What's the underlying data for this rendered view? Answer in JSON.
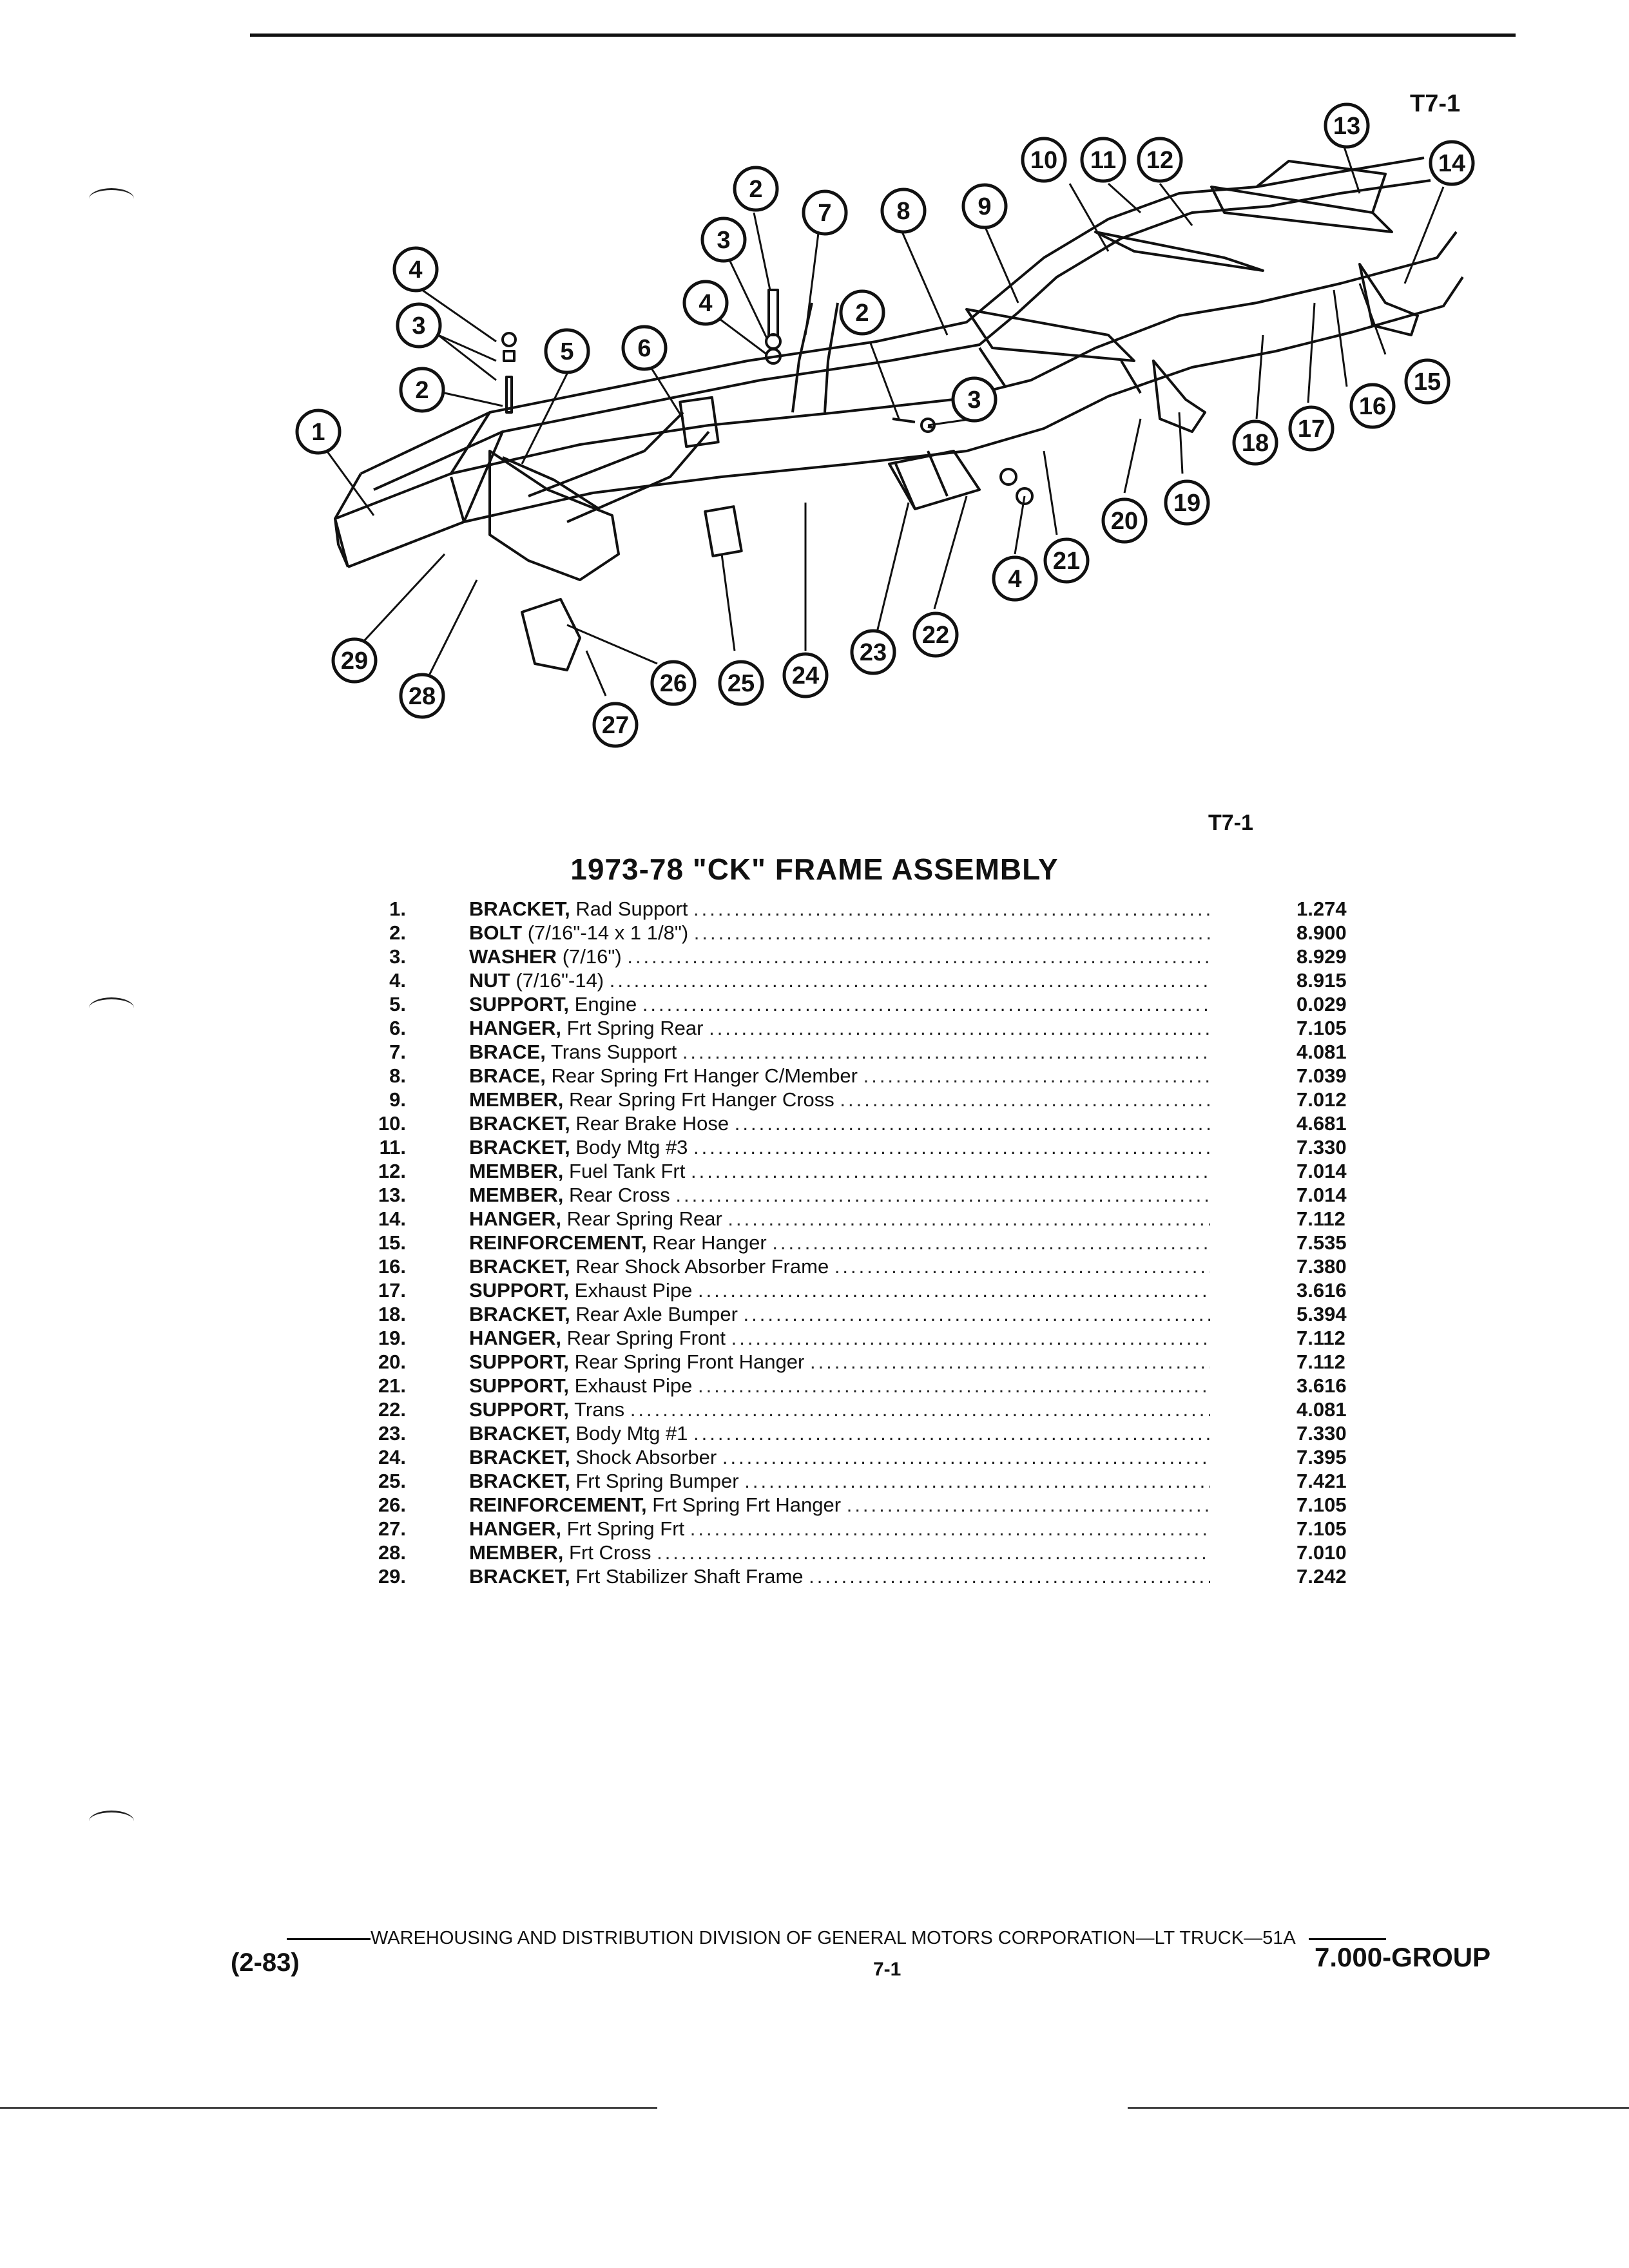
{
  "figure_code_top": "T7-1",
  "figure_code_bottom": "T7-1",
  "title": "1973-78 \"CK\" FRAME ASSEMBLY",
  "callouts": [
    "1",
    "2",
    "3",
    "4",
    "5",
    "6",
    "7",
    "8",
    "9",
    "10",
    "11",
    "12",
    "13",
    "14",
    "15",
    "16",
    "17",
    "18",
    "19",
    "20",
    "21",
    "22",
    "23",
    "24",
    "25",
    "26",
    "27",
    "28",
    "29"
  ],
  "parts": [
    {
      "num": "1.",
      "name": "BRACKET,",
      "desc": "Rad Support",
      "code": "1.274"
    },
    {
      "num": "2.",
      "name": "BOLT",
      "desc": "(7/16\"-14 x 1 1/8\")",
      "code": "8.900"
    },
    {
      "num": "3.",
      "name": "WASHER",
      "desc": "(7/16\")",
      "code": "8.929"
    },
    {
      "num": "4.",
      "name": "NUT",
      "desc": "(7/16\"-14)",
      "code": "8.915"
    },
    {
      "num": "5.",
      "name": "SUPPORT,",
      "desc": "Engine",
      "code": "0.029"
    },
    {
      "num": "6.",
      "name": "HANGER,",
      "desc": "Frt Spring Rear",
      "code": "7.105"
    },
    {
      "num": "7.",
      "name": "BRACE,",
      "desc": "Trans Support",
      "code": "4.081"
    },
    {
      "num": "8.",
      "name": "BRACE,",
      "desc": "Rear Spring Frt Hanger C/Member",
      "code": "7.039"
    },
    {
      "num": "9.",
      "name": "MEMBER,",
      "desc": "Rear Spring Frt Hanger Cross",
      "code": "7.012"
    },
    {
      "num": "10.",
      "name": "BRACKET,",
      "desc": "Rear Brake Hose",
      "code": "4.681"
    },
    {
      "num": "11.",
      "name": "BRACKET,",
      "desc": "Body Mtg #3",
      "code": "7.330"
    },
    {
      "num": "12.",
      "name": "MEMBER,",
      "desc": "Fuel Tank Frt",
      "code": "7.014"
    },
    {
      "num": "13.",
      "name": "MEMBER,",
      "desc": "Rear Cross",
      "code": "7.014"
    },
    {
      "num": "14.",
      "name": "HANGER,",
      "desc": "Rear Spring Rear",
      "code": "7.112"
    },
    {
      "num": "15.",
      "name": "REINFORCEMENT,",
      "desc": "Rear Hanger",
      "code": "7.535"
    },
    {
      "num": "16.",
      "name": "BRACKET,",
      "desc": "Rear Shock Absorber Frame",
      "code": "7.380"
    },
    {
      "num": "17.",
      "name": "SUPPORT,",
      "desc": "Exhaust Pipe",
      "code": "3.616"
    },
    {
      "num": "18.",
      "name": "BRACKET,",
      "desc": "Rear Axle Bumper",
      "code": "5.394"
    },
    {
      "num": "19.",
      "name": "HANGER,",
      "desc": "Rear Spring Front",
      "code": "7.112"
    },
    {
      "num": "20.",
      "name": "SUPPORT,",
      "desc": "Rear Spring Front Hanger",
      "code": "7.112"
    },
    {
      "num": "21.",
      "name": "SUPPORT,",
      "desc": "Exhaust Pipe",
      "code": "3.616"
    },
    {
      "num": "22.",
      "name": "SUPPORT,",
      "desc": "Trans",
      "code": "4.081"
    },
    {
      "num": "23.",
      "name": "BRACKET,",
      "desc": "Body Mtg #1",
      "code": "7.330"
    },
    {
      "num": "24.",
      "name": "BRACKET,",
      "desc": "Shock Absorber",
      "code": "7.395"
    },
    {
      "num": "25.",
      "name": "BRACKET,",
      "desc": "Frt Spring Bumper",
      "code": "7.421"
    },
    {
      "num": "26.",
      "name": "REINFORCEMENT,",
      "desc": "Frt Spring Frt Hanger",
      "code": "7.105"
    },
    {
      "num": "27.",
      "name": "HANGER,",
      "desc": "Frt Spring Frt",
      "code": "7.105"
    },
    {
      "num": "28.",
      "name": "MEMBER,",
      "desc": "Frt Cross",
      "code": "7.010"
    },
    {
      "num": "29.",
      "name": "BRACKET,",
      "desc": "Frt Stabilizer Shaft Frame",
      "code": "7.242"
    }
  ],
  "footer": {
    "line": "WAREHOUSING AND DISTRIBUTION  DIVISION OF GENERAL MOTORS CORPORATION—LT TRUCK—51A",
    "date": "(2-83)",
    "page": "7-1",
    "group": "7.000-GROUP"
  }
}
